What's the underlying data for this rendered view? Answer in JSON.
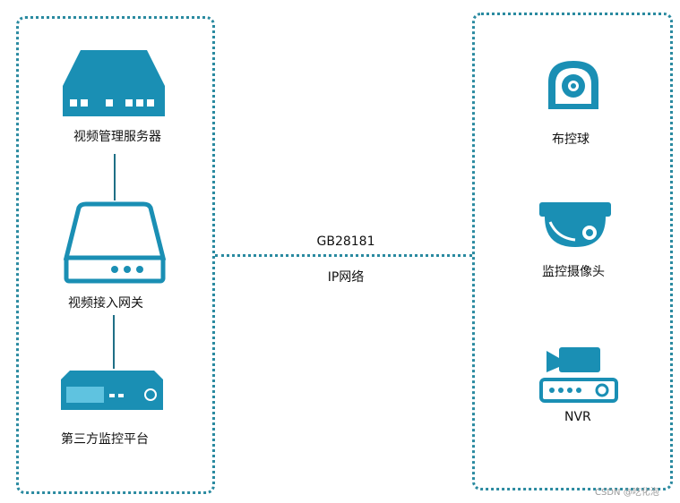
{
  "colors": {
    "icon_fill": "#1a8fb4",
    "icon_dark": "#0e5f7a",
    "border": "#2a8aa0"
  },
  "left_group": {
    "nodes": [
      {
        "label": "视频管理服务器",
        "icon": "server-icon"
      },
      {
        "label": "视频接入网关",
        "icon": "gateway-icon"
      },
      {
        "label": "第三方监控平台",
        "icon": "nvr-box-icon"
      }
    ]
  },
  "link": {
    "protocol": "GB28181",
    "network": "IP网络"
  },
  "right_group": {
    "nodes": [
      {
        "label": "布控球",
        "icon": "ptz-camera-icon"
      },
      {
        "label": "监控摄像头",
        "icon": "dome-camera-icon"
      },
      {
        "label": "NVR",
        "icon": "nvr-icon"
      }
    ]
  },
  "watermark": "CSDN @吃化泡"
}
